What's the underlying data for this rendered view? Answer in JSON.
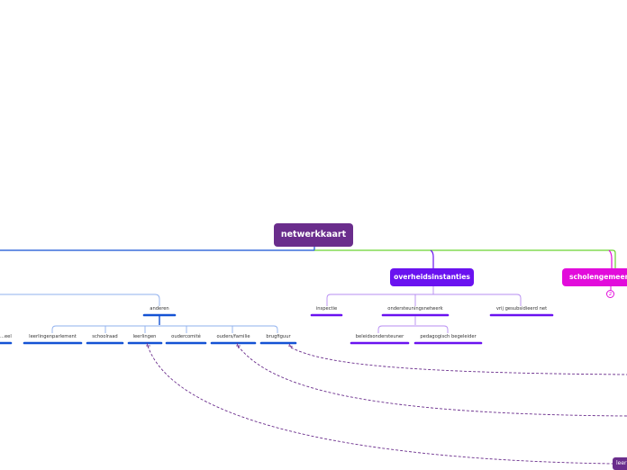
{
  "root": {
    "label": "netwerkkaart"
  },
  "main_branches": [
    {
      "label": "overheidsinstanties",
      "color": "#6a12f0"
    },
    {
      "label": "scholengemeenschap",
      "color": "#e20cdb"
    }
  ],
  "branch_colors": {
    "left": "#1452d4",
    "right": "#6ad431",
    "purple_links": "#6a2d8c"
  },
  "anderen": {
    "label": "anderen",
    "children": [
      "...eel",
      "leerlingenparlement",
      "schoolraad",
      "leerlingen",
      "oudercomité",
      "ouders/familie",
      "brugfiguur"
    ]
  },
  "overheid": {
    "children": [
      "inspectie",
      "ondersteuningsnetwerk",
      "vrij gesubsidieerd net"
    ],
    "sub_children": [
      "beleidsondersteuner",
      "pedagogisch begeleider"
    ]
  },
  "collapsed_count": "2",
  "bottom_right_tag": "leer"
}
